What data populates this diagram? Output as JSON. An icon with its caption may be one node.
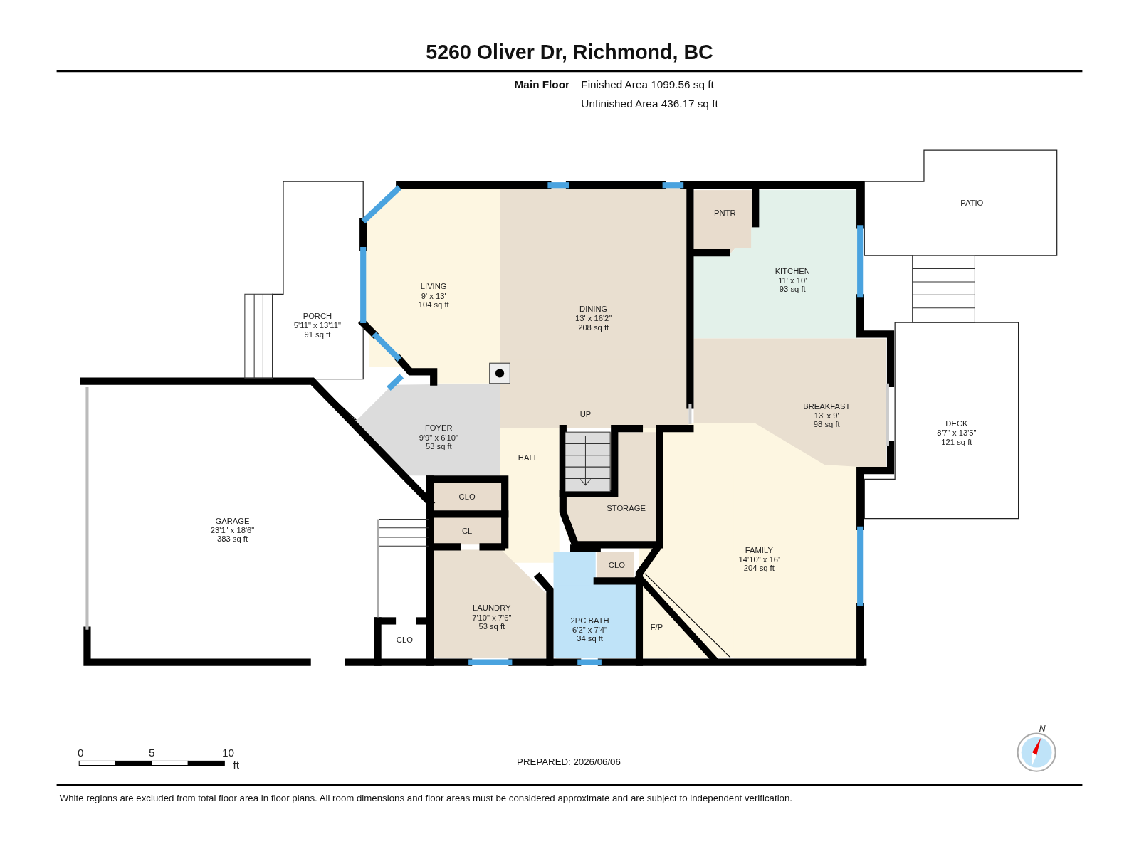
{
  "diagram": {
    "title": "5260 Oliver Dr, Richmond, BC",
    "caption": "White regions are excluded from total floor area in floor plans. All room dimensions and floor areas must be considered approximate and are subject to independent verification.",
    "nodes": [
      {
        "text": [
          "PATIO"
        ]
      },
      {
        "text": [
          "PORCH",
          "5'11\" x 13'11\"",
          "91 sq ft"
        ]
      },
      {
        "text": [
          "LIVING",
          "9' x 13'",
          "104 sq ft"
        ]
      },
      {
        "text": [
          "DINING",
          "13' x 16'2\"",
          "208 sq ft"
        ]
      },
      {
        "text": [
          "PNTR"
        ]
      },
      {
        "text": [
          "KITCHEN",
          "11' x 10'",
          "93 sq ft"
        ]
      },
      {
        "text": [
          "BREAKFAST",
          "13' x 9'",
          "98 sq ft"
        ]
      },
      {
        "text": [
          "DECK",
          "8'7\" x 13'5\"",
          "121 sq ft"
        ]
      },
      {
        "text": [
          "FOYER",
          "9'9\" x 6'10\"",
          "53 sq ft"
        ]
      },
      {
        "text": [
          "HALL"
        ]
      },
      {
        "text": [
          "CLO"
        ]
      },
      {
        "text": [
          "STORAGE"
        ]
      },
      {
        "text": [
          "GARAGE",
          "23'1\" x 18'6\"",
          "383 sq ft"
        ]
      },
      {
        "text": [
          "CL"
        ]
      },
      {
        "text": [
          "CLO"
        ]
      },
      {
        "text": [
          "FAMILY",
          "14'10\" x 16'",
          "204 sq ft"
        ]
      },
      {
        "text": [
          "LAUNDRY",
          "7'10\" x 7'6\"",
          "53 sq ft"
        ]
      },
      {
        "text": [
          "2PC BATH",
          "6'2\" x 7'4\"",
          "34 sq ft"
        ]
      },
      {
        "text": [
          "F/P"
        ]
      },
      {
        "text": [
          "CLO"
        ]
      }
    ],
    "labels": [
      "Main Floor",
      "Finished Area 1099.56 sq ft",
      "Unfinished Area 436.17 sq ft",
      "UP",
      "0",
      "5",
      "10",
      "ft",
      "PREPARED: 2026/06/06",
      "N"
    ]
  }
}
